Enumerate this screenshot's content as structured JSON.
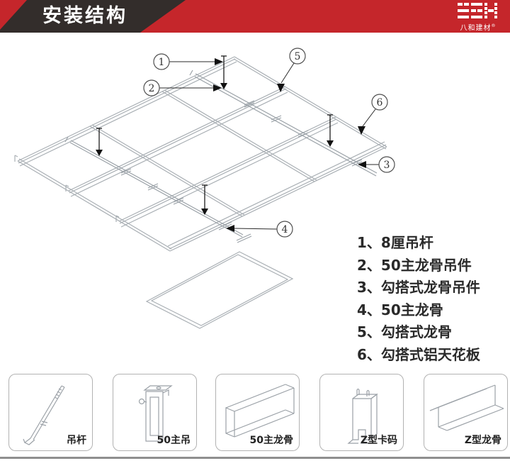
{
  "header": {
    "title": "安装结构",
    "brand": {
      "name": "八和建材",
      "registered": "®"
    },
    "colors": {
      "red": "#c5262b",
      "dark": "#332d2b"
    }
  },
  "diagram": {
    "callouts": [
      {
        "num": "1",
        "name": "hanging-rod"
      },
      {
        "num": "2",
        "name": "main-keel-hanger"
      },
      {
        "num": "3",
        "name": "hook-keel-hanger"
      },
      {
        "num": "4",
        "name": "main-keel"
      },
      {
        "num": "5",
        "name": "hook-keel"
      },
      {
        "num": "6",
        "name": "hook-aluminum-panel"
      }
    ]
  },
  "legend": {
    "items": [
      "1、8厘吊杆",
      "2、50主龙骨吊件",
      "3、勾搭式龙骨吊件",
      "4、50主龙骨",
      "5、勾搭式龙骨",
      "6、勾搭式铝天花板"
    ]
  },
  "components": [
    {
      "label": "吊杆"
    },
    {
      "label": "50主吊"
    },
    {
      "label": "50主龙骨"
    },
    {
      "label": "Z型卡码"
    },
    {
      "label": "Z型龙骨"
    }
  ]
}
